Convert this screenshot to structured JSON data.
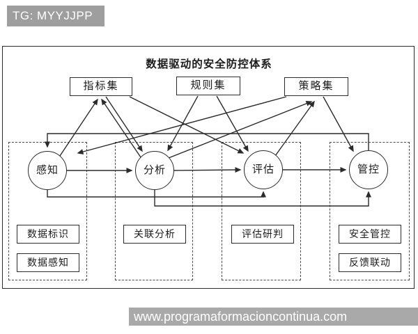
{
  "tg_badge": "TG: MYYJJPP",
  "watermark": "www.programaformacioncontinua.com",
  "diagram": {
    "title": "数据驱动的安全防控体系",
    "set_boxes": [
      {
        "id": "indicator_set",
        "label": "指标集"
      },
      {
        "id": "rule_set",
        "label": "规则集"
      },
      {
        "id": "strategy_set",
        "label": "策略集"
      }
    ],
    "process_nodes": [
      {
        "id": "perception",
        "label": "感知"
      },
      {
        "id": "analysis",
        "label": "分析"
      },
      {
        "id": "evaluation",
        "label": "评估"
      },
      {
        "id": "control",
        "label": "管控"
      }
    ],
    "group_items": [
      {
        "group": "perception",
        "label": "数据标识"
      },
      {
        "group": "perception",
        "label": "数据感知"
      },
      {
        "group": "analysis",
        "label": "关联分析"
      },
      {
        "group": "evaluation",
        "label": "评估研判"
      },
      {
        "group": "control",
        "label": "安全管控"
      },
      {
        "group": "control",
        "label": "反馈联动"
      }
    ],
    "edges": [
      {
        "from": "perception",
        "to": "analysis"
      },
      {
        "from": "analysis",
        "to": "evaluation"
      },
      {
        "from": "evaluation",
        "to": "control"
      },
      {
        "from": "perception",
        "to": "evaluation",
        "route": "bottom"
      },
      {
        "from": "analysis",
        "to": "control",
        "route": "bottom"
      },
      {
        "from": "control",
        "to": "perception",
        "route": "top-feedback"
      },
      {
        "from": "perception",
        "to": "indicator_set"
      },
      {
        "from": "analysis",
        "to": "indicator_set"
      },
      {
        "from": "indicator_set",
        "to": "analysis"
      },
      {
        "from": "indicator_set",
        "to": "evaluation"
      },
      {
        "from": "rule_set",
        "to": "analysis"
      },
      {
        "from": "rule_set",
        "to": "evaluation"
      },
      {
        "from": "analysis",
        "to": "strategy_set"
      },
      {
        "from": "evaluation",
        "to": "strategy_set"
      },
      {
        "from": "strategy_set",
        "to": "control"
      },
      {
        "from": "strategy_set",
        "to": "perception"
      }
    ],
    "colors": {
      "line": "#2b2b2b",
      "badge_bg": "#9e9e9e",
      "watermark_bg": "#a9a9a9"
    }
  }
}
